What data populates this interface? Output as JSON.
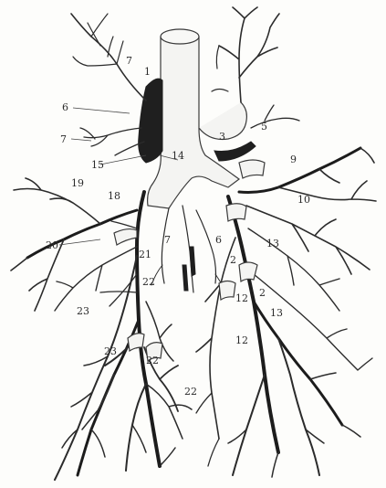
{
  "labels": {
    "l1": "1",
    "l2": "2",
    "l2b": "2",
    "l3": "3",
    "l5": "5",
    "l6": "6",
    "l6b": "6",
    "l7a": "7",
    "l7b": "7",
    "l7c": "7",
    "l9": "9",
    "l10": "10",
    "l12a": "12",
    "l12b": "12",
    "l13a": "13",
    "l13b": "13",
    "l14": "14",
    "l15": "15",
    "l18": "18",
    "l19": "19",
    "l20": "20",
    "l21": "21",
    "l22a": "22",
    "l22b": "22",
    "l22c": "22",
    "l23a": "23",
    "l23b": "23"
  }
}
